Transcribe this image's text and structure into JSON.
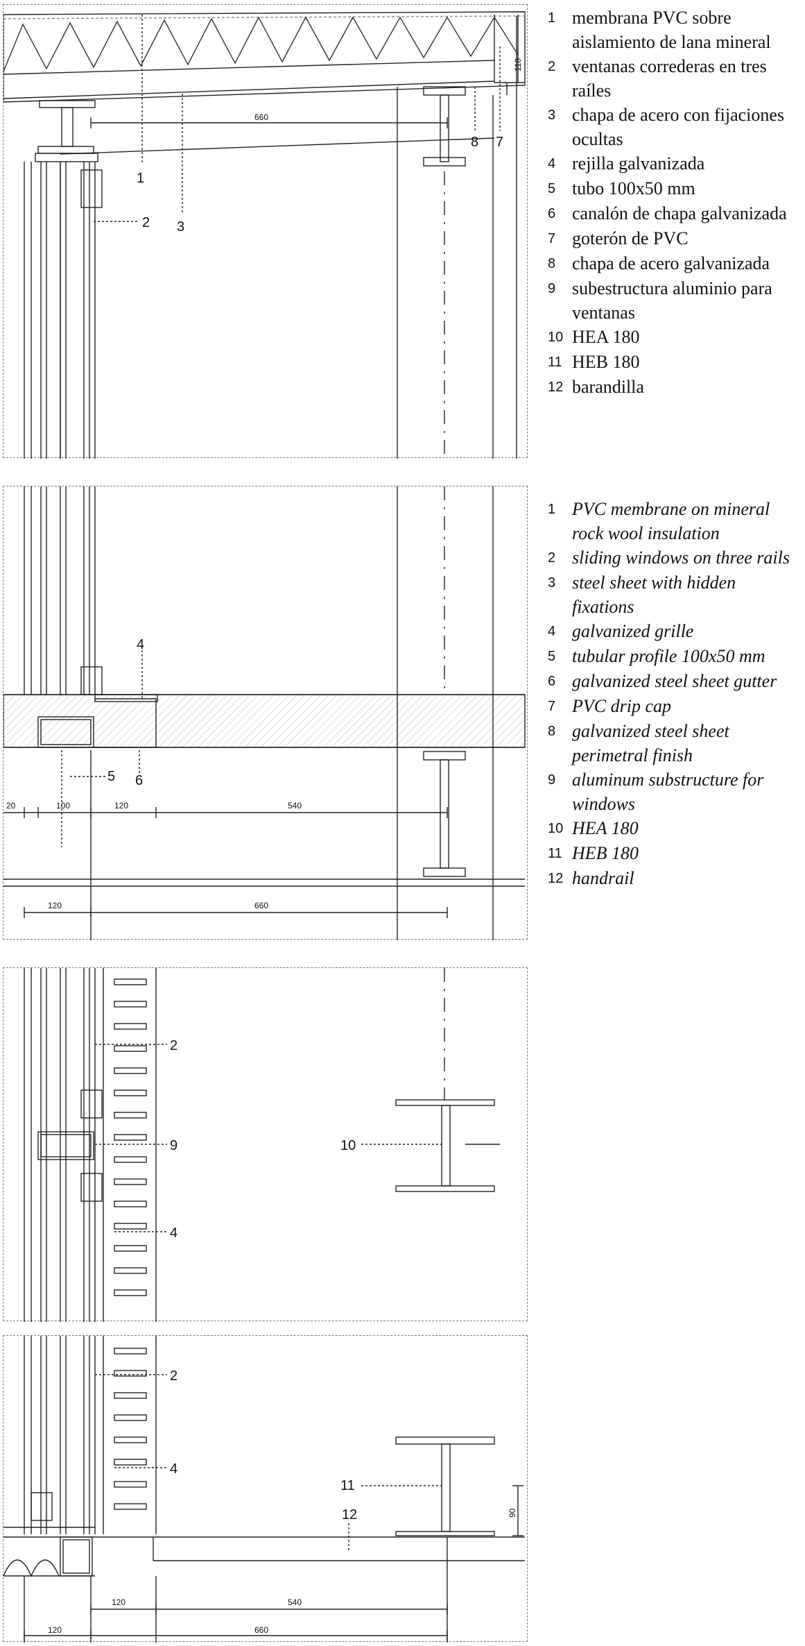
{
  "legend_es": [
    {
      "num": "1",
      "text": "membrana PVC sobre aislamiento de lana mineral"
    },
    {
      "num": "2",
      "text": "ventanas correderas en tres raíles"
    },
    {
      "num": "3",
      "text": "chapa de acero con fijaciones ocultas"
    },
    {
      "num": "4",
      "text": "rejilla galvanizada"
    },
    {
      "num": "5",
      "text": "tubo 100x50 mm"
    },
    {
      "num": "6",
      "text": "canalón de chapa galvanizada"
    },
    {
      "num": "7",
      "text": "goterón de PVC"
    },
    {
      "num": "8",
      "text": "chapa de acero galvanizada"
    },
    {
      "num": "9",
      "text": "subestructura aluminio para ventanas"
    },
    {
      "num": "10",
      "text": "HEA 180"
    },
    {
      "num": "11",
      "text": "HEB 180"
    },
    {
      "num": "12",
      "text": "barandilla"
    }
  ],
  "legend_en": [
    {
      "num": "1",
      "text": "PVC membrane on mineral rock wool insulation"
    },
    {
      "num": "2",
      "text": "sliding windows on three rails"
    },
    {
      "num": "3",
      "text": "steel sheet with hidden fixations"
    },
    {
      "num": "4",
      "text": "galvanized grille"
    },
    {
      "num": "5",
      "text": "tubular profile 100x50 mm"
    },
    {
      "num": "6",
      "text": "galvanized steel sheet gutter"
    },
    {
      "num": "7",
      "text": "PVC drip cap"
    },
    {
      "num": "8",
      "text": "galvanized steel sheet perimetral finish"
    },
    {
      "num": "9",
      "text": "aluminum substructure for windows"
    },
    {
      "num": "10",
      "text": "HEA 180"
    },
    {
      "num": "11",
      "text": "HEB 180"
    },
    {
      "num": "12",
      "text": "handrail"
    }
  ],
  "drawing": {
    "panel1": {
      "dim_660": "660",
      "dim_110": "110",
      "tag_1": "1",
      "tag_2": "2",
      "tag_3": "3",
      "tag_7": "7",
      "tag_8": "8"
    },
    "panel2": {
      "tag_4": "4",
      "tag_5": "5",
      "tag_6": "6",
      "dim_20": "20",
      "dim_100": "100",
      "dim_120a": "120",
      "dim_540": "540",
      "dim_120b": "120",
      "dim_660": "660"
    },
    "panel3": {
      "tag_2": "2",
      "tag_9": "9",
      "tag_10": "10",
      "tag_4": "4"
    },
    "panel4": {
      "tag_2": "2",
      "tag_4": "4",
      "tag_11": "11",
      "tag_12": "12",
      "dim_90": "90",
      "dim_120a": "120",
      "dim_540": "540",
      "dim_120b": "120",
      "dim_660": "660"
    }
  }
}
